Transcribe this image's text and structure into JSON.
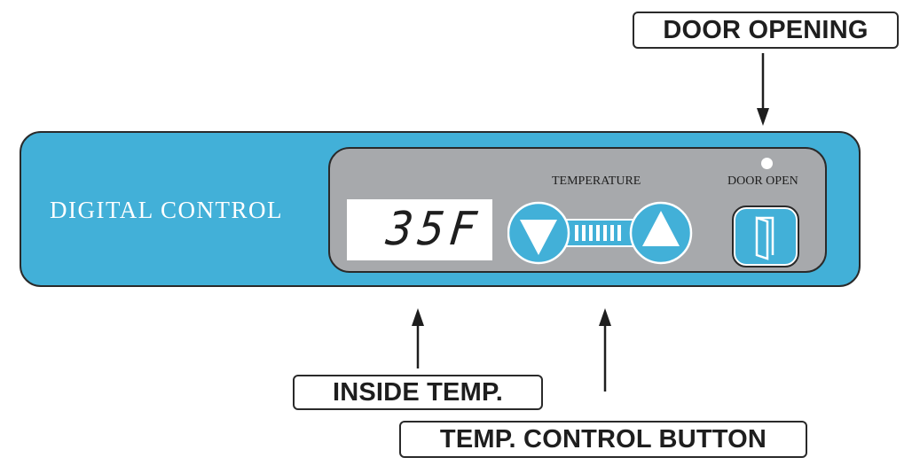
{
  "callouts": {
    "door_opening": "DOOR OPENING",
    "inside_temp": "INSIDE TEMP.",
    "temp_control_button": "TEMP. CONTROL BUTTON"
  },
  "panel": {
    "title": "DIGITAL CONTROL",
    "display_value": "35F",
    "temperature_label": "TEMPERATURE",
    "door_open_label": "DOOR OPEN"
  },
  "icons": {
    "temp_down": "down-arrow-icon",
    "temp_up": "up-arrow-icon",
    "door": "door-icon",
    "indicator": "led-indicator"
  },
  "colors": {
    "panel_blue": "#42b0d8",
    "inner_gray": "#a7a9ac",
    "outline": "#2a2a2a"
  }
}
